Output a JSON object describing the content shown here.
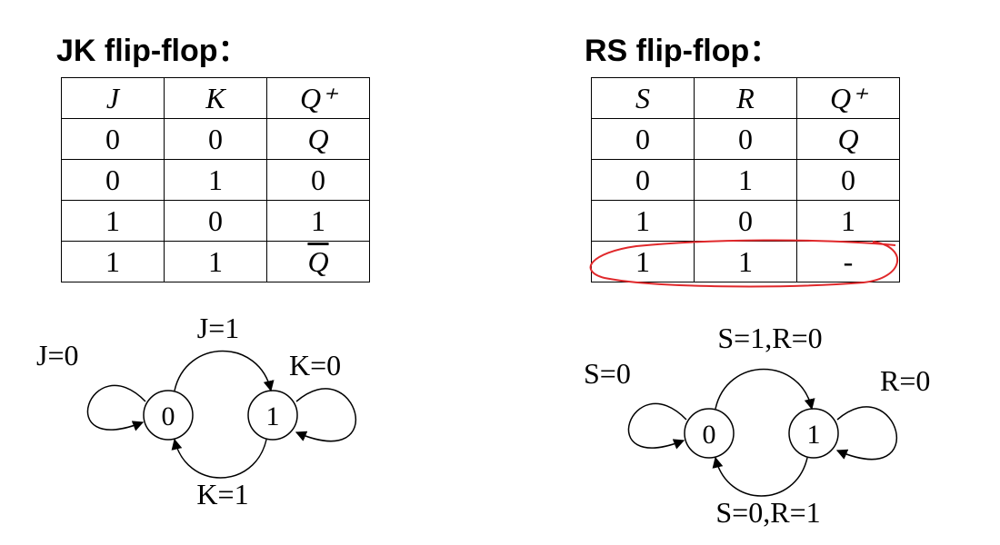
{
  "jk": {
    "title": "JK flip-flop：",
    "header": [
      "J",
      "K",
      "Q⁺"
    ],
    "rows": [
      [
        "0",
        "0",
        "Q"
      ],
      [
        "0",
        "1",
        "0"
      ],
      [
        "1",
        "0",
        "1"
      ],
      [
        "1",
        "1",
        "Q"
      ]
    ],
    "diagram": {
      "state0": "0",
      "state1": "1",
      "self0": "J=0",
      "trans01": "J=1",
      "self1": "K=0",
      "trans10": "K=1"
    }
  },
  "rs": {
    "title": "RS flip-flop：",
    "header": [
      "S",
      "R",
      "Q⁺"
    ],
    "rows": [
      [
        "0",
        "0",
        "Q"
      ],
      [
        "0",
        "1",
        "0"
      ],
      [
        "1",
        "0",
        "1"
      ],
      [
        "1",
        "1",
        "-"
      ]
    ],
    "diagram": {
      "state0": "0",
      "state1": "1",
      "self0": "S=0",
      "trans01": "S=1,R=0",
      "self1": "R=0",
      "trans10": "S=0,R=1"
    },
    "highlight_color": "#e0282b"
  }
}
